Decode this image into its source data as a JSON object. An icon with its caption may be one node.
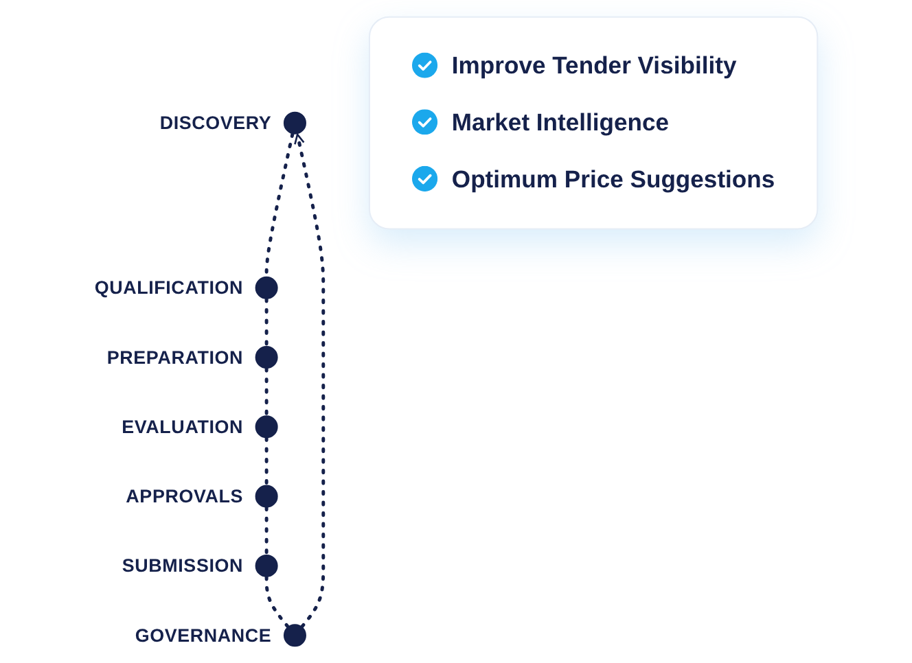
{
  "diagram": {
    "nodes": [
      {
        "text": [],
        "shape": "circle",
        "beside": [
          "DISCOVERY"
        ]
      },
      {
        "text": [],
        "shape": "circle",
        "beside": [
          "QUALIFICATION"
        ]
      },
      {
        "text": [],
        "shape": "circle",
        "beside": [
          "PREPARATION"
        ]
      },
      {
        "text": [],
        "shape": "circle",
        "beside": [
          "EVALUATION"
        ]
      },
      {
        "text": [],
        "shape": "circle",
        "beside": [
          "APPROVALS"
        ]
      },
      {
        "text": [],
        "shape": "circle",
        "beside": [
          "SUBMISSION"
        ]
      },
      {
        "text": [],
        "shape": "circle",
        "beside": [
          "GOVERNANCE"
        ]
      },
      {
        "text": [
          "Improve Tender Visibility",
          "Market Intelligence",
          "Optimum Price Suggestions"
        ]
      }
    ],
    "edges": [
      {
        "from": 0,
        "to": 1,
        "arrow": "none",
        "style": "dashed"
      },
      {
        "from": 1,
        "to": 2,
        "arrow": "none",
        "style": "dashed"
      },
      {
        "from": 2,
        "to": 3,
        "arrow": "none",
        "style": "dashed"
      },
      {
        "from": 3,
        "to": 4,
        "arrow": "none",
        "style": "dashed"
      },
      {
        "from": 4,
        "to": 5,
        "arrow": "none",
        "style": "dashed"
      },
      {
        "from": 5,
        "to": 6,
        "arrow": "none",
        "style": "dashed"
      },
      {
        "from": 6,
        "to": 0,
        "arrow": "to",
        "style": "dashed"
      }
    ]
  }
}
